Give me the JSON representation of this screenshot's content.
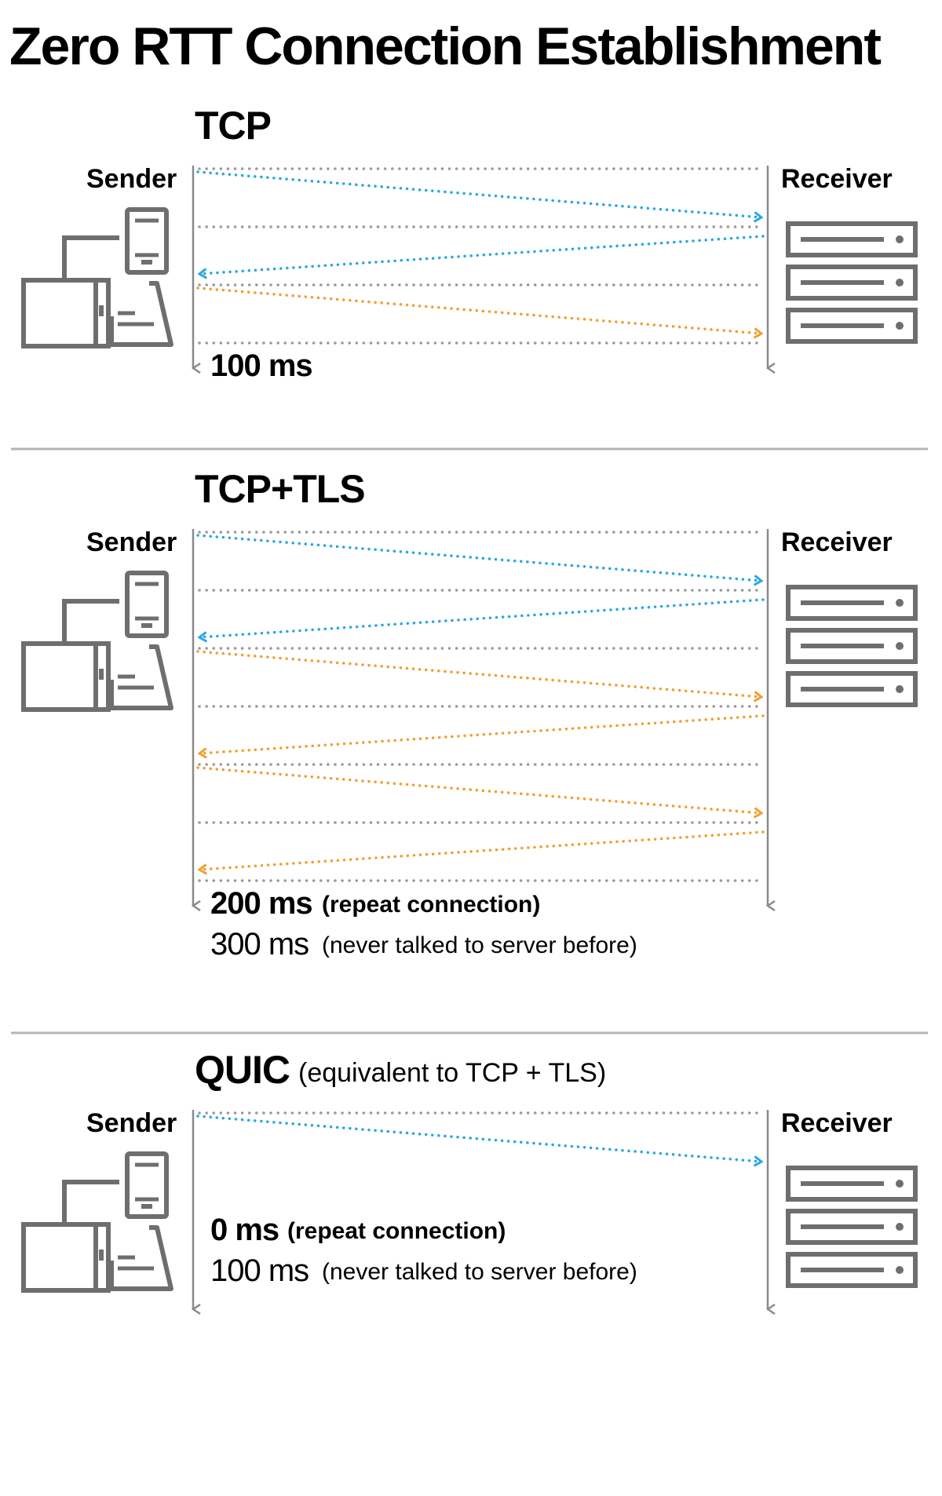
{
  "title": "Zero RTT Connection Establishment",
  "colors": {
    "client_to_server": "#2aa8e0",
    "handshake": "#f0a030",
    "gridline": "#9a9a9a",
    "device": "#6e6e6e",
    "divider": "#b4b4b4"
  },
  "icons": {
    "sender": "computer-and-phone-icon",
    "receiver": "server-rack-icon"
  },
  "sections": [
    {
      "id": "tcp",
      "heading": "TCP",
      "heading_note": "",
      "sender_label": "Sender",
      "receiver_label": "Receiver",
      "messages": [
        {
          "direction": "to-receiver",
          "color": "client_to_server"
        },
        {
          "direction": "to-sender",
          "color": "client_to_server"
        },
        {
          "direction": "to-receiver",
          "color": "handshake"
        }
      ],
      "timing": [
        {
          "value": "100 ms",
          "note": "",
          "weight": "bold"
        }
      ]
    },
    {
      "id": "tcp-tls",
      "heading": "TCP+TLS",
      "heading_note": "",
      "sender_label": "Sender",
      "receiver_label": "Receiver",
      "messages": [
        {
          "direction": "to-receiver",
          "color": "client_to_server"
        },
        {
          "direction": "to-sender",
          "color": "client_to_server"
        },
        {
          "direction": "to-receiver",
          "color": "handshake"
        },
        {
          "direction": "to-sender",
          "color": "handshake"
        },
        {
          "direction": "to-receiver",
          "color": "handshake"
        },
        {
          "direction": "to-sender",
          "color": "handshake"
        }
      ],
      "timing": [
        {
          "value": "200 ms",
          "note": "(repeat connection)",
          "weight": "bold"
        },
        {
          "value": "300 ms",
          "note": "(never talked to server before)",
          "weight": "regular"
        }
      ]
    },
    {
      "id": "quic",
      "heading": "QUIC",
      "heading_note": "(equivalent to TCP + TLS)",
      "sender_label": "Sender",
      "receiver_label": "Receiver",
      "messages": [
        {
          "direction": "to-receiver",
          "color": "client_to_server"
        }
      ],
      "timing": [
        {
          "value": "0 ms",
          "note": "(repeat connection)",
          "weight": "bold"
        },
        {
          "value": "100 ms",
          "note": "(never talked to server before)",
          "weight": "regular"
        }
      ]
    }
  ]
}
